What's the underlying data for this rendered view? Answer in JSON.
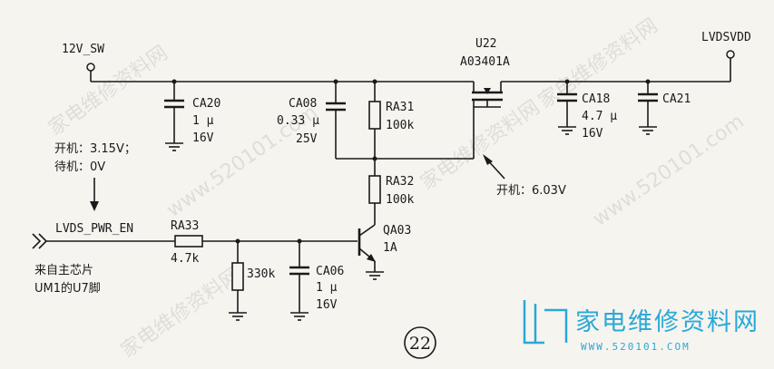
{
  "nets": {
    "supply_in": "12V_SW",
    "supply_out": "LVDSVDD",
    "enable": "LVDS_PWR_EN"
  },
  "components": {
    "u22": {
      "ref": "U22",
      "part": "A03401A"
    },
    "ca20": {
      "ref": "CA20",
      "value": "1 μ",
      "voltage": "16V"
    },
    "ca08": {
      "ref": "CA08",
      "value": "0.33 μ",
      "voltage": "25V"
    },
    "ra31": {
      "ref": "RA31",
      "value": "100k"
    },
    "ra32": {
      "ref": "RA32",
      "value": "100k"
    },
    "ca18": {
      "ref": "CA18",
      "value": "4.7 μ",
      "voltage": "16V"
    },
    "ca21": {
      "ref": "CA21"
    },
    "ra33": {
      "ref": "RA33",
      "value": "4.7k"
    },
    "r330k": {
      "value": "330k"
    },
    "ca06": {
      "ref": "CA06",
      "value": "1 μ",
      "voltage": "16V"
    },
    "qa03": {
      "ref": "QA03",
      "value": "1A"
    }
  },
  "annotations": {
    "enable_on": "开机：3.15V；",
    "enable_standby": "待机：0V",
    "gate_on": "开机：6.03V",
    "source_line1": "来自主芯片",
    "source_line2": "UM1的U7脚"
  },
  "figure_number": "22",
  "watermark": {
    "logo_text": "家电维修资料网",
    "url": "WWW.520101.COM",
    "diagonal": [
      "家电维修资料网",
      "www.520101.com"
    ]
  }
}
